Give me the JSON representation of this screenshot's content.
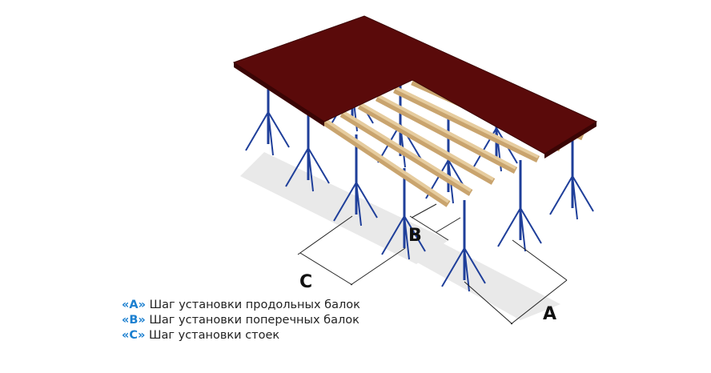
{
  "colors": {
    "slab": "#5a0a0a",
    "beam": "#d9b98a",
    "prop": "#1f3f9a",
    "accent": "#1a7fd0"
  },
  "dimension_labels": {
    "a": "A",
    "b": "B",
    "c": "C"
  },
  "legend": [
    {
      "key": "«A»",
      "text": "Шаг установки продольных балок"
    },
    {
      "key": "«B»",
      "text": "Шаг установки поперечных балок"
    },
    {
      "key": "«C»",
      "text": "Шаг установки стоек"
    }
  ]
}
